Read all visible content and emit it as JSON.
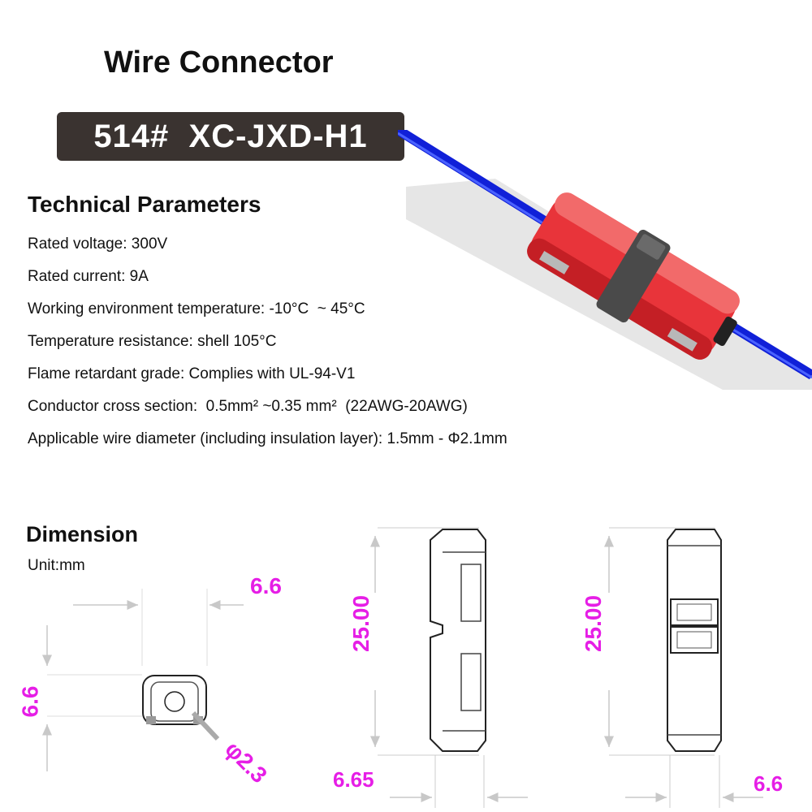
{
  "title": "Wire Connector",
  "model": "514#  XC-JXD-H1",
  "technical": {
    "heading": "Technical Parameters",
    "params": [
      "Rated voltage: 300V",
      "Rated current: 9A",
      "Working environment temperature: -10°C  ~ 45°C",
      "Temperature resistance: shell 105°C",
      "Flame retardant grade: Complies with UL-94-V1",
      "Conductor cross section:  0.5mm² ~0.35 mm²  (22AWG-20AWG)",
      "Applicable wire diameter (including insulation layer): 1.5mm - Φ2.1mm"
    ]
  },
  "dimension": {
    "heading": "Dimension",
    "unit": "Unit:mm",
    "labels": {
      "front_width": "6.6",
      "front_height": "6.6",
      "hole_diameter": "φ2.3",
      "side_length": "25.00",
      "side_width": "6.65",
      "top_length": "25.00",
      "top_width": "6.6"
    }
  },
  "colors": {
    "badge_bg": "#3a3330",
    "dimension_text": "#e61ee6",
    "wire": "#1020d8",
    "shell": "#e8343a",
    "latch": "#4a4a4a"
  }
}
